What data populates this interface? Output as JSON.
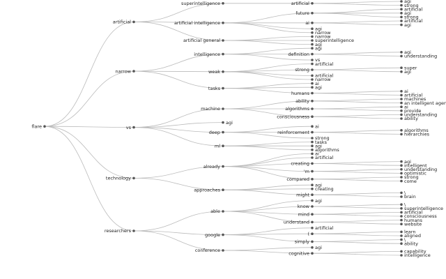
{
  "tree": {
    "name": "flare",
    "children": [
      {
        "name": "artificial",
        "children": [
          {
            "name": "superintelligence",
            "children": [
              {
                "name": "artificial",
                "children": [
                  {
                    "name": "agi"
                  },
                  {
                    "name": "strong"
                  }
                ]
              }
            ]
          },
          {
            "name": "artificial intelligence",
            "children": [
              {
                "name": "future",
                "children": [
                  {
                    "name": "artificial"
                  },
                  {
                    "name": "agi"
                  },
                  {
                    "name": "strong"
                  }
                ]
              },
              {
                "name": "ai",
                "children": [
                  {
                    "name": "artificial"
                  },
                  {
                    "name": "agi"
                  }
                ]
              },
              {
                "name": "agi"
              },
              {
                "name": "narrow"
              }
            ]
          },
          {
            "name": "artificial general",
            "children": [
              {
                "name": "narrow"
              },
              {
                "name": "superintelligence"
              },
              {
                "name": "agi"
              }
            ]
          }
        ]
      },
      {
        "name": "narrow",
        "children": [
          {
            "name": "intelligence",
            "children": [
              {
                "name": "agi"
              },
              {
                "name": "definition",
                "children": [
                  {
                    "name": "agi"
                  },
                  {
                    "name": "understanding"
                  }
                ]
              },
              {
                "name": "vs"
              }
            ]
          },
          {
            "name": "weak",
            "children": [
              {
                "name": "artificial"
              },
              {
                "name": "strong",
                "children": [
                  {
                    "name": "super"
                  },
                  {
                    "name": "agi"
                  }
                ]
              },
              {
                "name": "artificial"
              },
              {
                "name": "narrow"
              }
            ]
          },
          {
            "name": "tasks",
            "children": [
              {
                "name": "ai"
              },
              {
                "name": "agi"
              },
              {
                "name": "humans",
                "children": [
                  {
                    "name": "ai"
                  },
                  {
                    "name": "artificial"
                  }
                ]
              }
            ]
          }
        ]
      },
      {
        "name": "vs",
        "children": [
          {
            "name": "machine",
            "children": [
              {
                "name": "ability",
                "children": [
                  {
                    "name": "machines"
                  },
                  {
                    "name": "an intelligent agent"
                  }
                ]
              },
              {
                "name": "algorithms",
                "children": [
                  {
                    "name": "ai"
                  },
                  {
                    "name": "provide"
                  }
                ]
              },
              {
                "name": "consciousness",
                "children": [
                  {
                    "name": "understanding"
                  },
                  {
                    "name": "ability"
                  }
                ]
              }
            ]
          },
          {
            "name": "agi"
          },
          {
            "name": "deep",
            "children": [
              {
                "name": "ai"
              },
              {
                "name": "reinforcement",
                "children": [
                  {
                    "name": "algorithms"
                  },
                  {
                    "name": "hierarchies"
                  }
                ]
              },
              {
                "name": "strong"
              }
            ]
          },
          {
            "name": "ml",
            "children": [
              {
                "name": "tasks"
              },
              {
                "name": "agi"
              },
              {
                "name": "algorithms"
              }
            ]
          }
        ]
      },
      {
        "name": "technology",
        "children": [
          {
            "name": "already",
            "children": [
              {
                "name": "ai"
              },
              {
                "name": "artificial"
              },
              {
                "name": "creating",
                "children": [
                  {
                    "name": "agi"
                  },
                  {
                    "name": "intelligent"
                  }
                ]
              },
              {
                "name": "'m",
                "children": [
                  {
                    "name": "understanding"
                  },
                  {
                    "name": "optimistic"
                  }
                ]
              },
              {
                "name": "compared",
                "children": [
                  {
                    "name": "strong"
                  },
                  {
                    "name": "come"
                  }
                ]
              }
            ]
          },
          {
            "name": "approaches",
            "children": [
              {
                "name": "agi"
              },
              {
                "name": "creating"
              },
              {
                "name": "might",
                "children": [
                  {
                    "name": "\\"
                  },
                  {
                    "name": "brain"
                  }
                ]
              }
            ]
          }
        ]
      },
      {
        "name": "researchers",
        "children": [
          {
            "name": "able",
            "children": [
              {
                "name": "agi"
              },
              {
                "name": "know",
                "children": [
                  {
                    "name": "\\"
                  },
                  {
                    "name": "superintelligence"
                  }
                ]
              },
              {
                "name": "mind",
                "children": [
                  {
                    "name": "artificial"
                  },
                  {
                    "name": "consciousness"
                  }
                ]
              },
              {
                "name": "understand",
                "children": [
                  {
                    "name": "humans"
                  },
                  {
                    "name": "website"
                  }
                ]
              }
            ]
          },
          {
            "name": "google",
            "children": [
              {
                "name": "artificial"
              },
              {
                "name": "(",
                "children": [
                  {
                    "name": "learn"
                  },
                  {
                    "name": "aligned"
                  }
                ]
              },
              {
                "name": "simply",
                "children": [
                  {
                    "name": "\\"
                  },
                  {
                    "name": "ability"
                  }
                ]
              }
            ]
          },
          {
            "name": "conference",
            "children": [
              {
                "name": "agi"
              },
              {
                "name": "cognitive",
                "children": [
                  {
                    "name": "capability"
                  },
                  {
                    "name": "intelligence"
                  }
                ]
              }
            ]
          }
        ]
      }
    ]
  }
}
